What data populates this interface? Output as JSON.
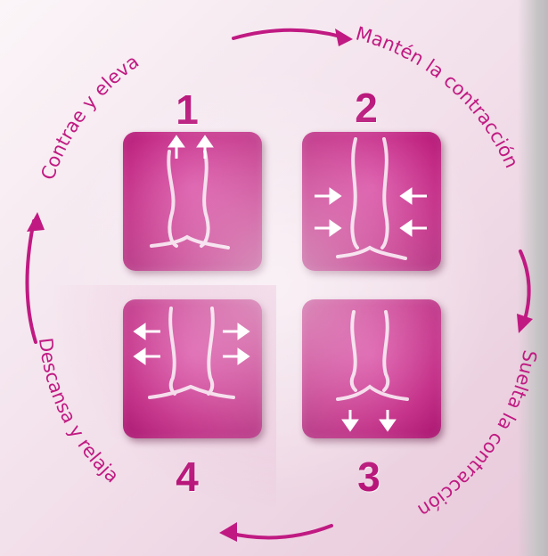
{
  "steps": [
    {
      "number": "1",
      "label": "Contrae y eleva"
    },
    {
      "number": "2",
      "label": "Mantén la contracción"
    },
    {
      "number": "3",
      "label": "Suelta la contracción"
    },
    {
      "number": "4",
      "label": "Descansa y relaja"
    }
  ],
  "colors": {
    "accent": "#c01a82",
    "card": "#c0207f",
    "background": "#f3e2ec"
  }
}
